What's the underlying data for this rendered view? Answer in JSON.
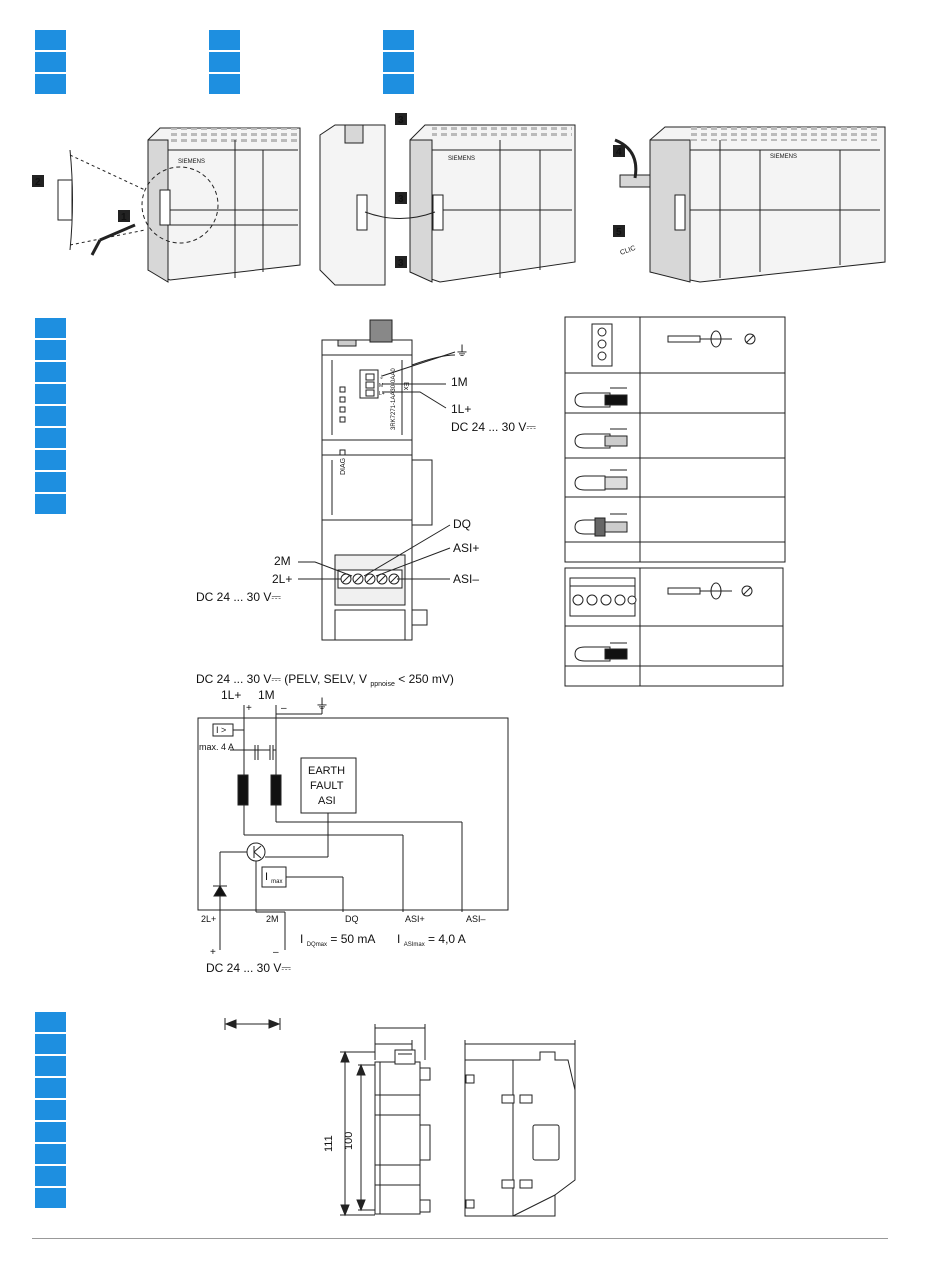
{
  "colors": {
    "tab_blue": "#1e8fe0",
    "module_fill": "#f4f4f4",
    "module_shade": "#d7d7d7",
    "line": "#222222"
  },
  "section1": {
    "tab_groups": [
      3,
      3,
      3
    ],
    "steps": [
      "1",
      "2",
      "3",
      "3",
      "3",
      "4",
      "5"
    ],
    "brand": [
      "SIEMENS",
      "SIEMENS",
      "SIEMENS"
    ],
    "snap_text": "CLIC"
  },
  "section2": {
    "tab_count": 9,
    "module": {
      "vertical_label": "3RK7271-1AA30-0AA0",
      "ex_mark": "Ex",
      "diag_label": "DIAG",
      "terminal_marks": [
        "⏚",
        "M",
        "L+"
      ]
    },
    "labels": {
      "ground": "⏚",
      "m1": "1M",
      "l1": "1L+",
      "dc_top": "DC 24 ... 30 V⎓",
      "dq": "DQ",
      "asi_plus": "ASI+",
      "m2": "2M",
      "l2": "2L+",
      "asi_minus": "ASI–",
      "dc_left": "DC 24 ... 30 V⎓"
    }
  },
  "section3": {
    "header_dc": "DC 24 ... 30 V⎓  (PELV, SELV, V",
    "header_sub": "ppnoise",
    "header_tail": "< 250 mV)",
    "in_l1": "1L+",
    "in_m1": "1M",
    "plus": "+",
    "minus": "–",
    "ground": "⏚",
    "breaker": "I >",
    "max_current": "max. 4 A",
    "earth_fault": [
      "EARTH",
      "FAULT",
      "ASI"
    ],
    "imax_main": "I",
    "imax_sub": "max",
    "terminals": [
      "2L+",
      "2M",
      "DQ",
      "ASI+",
      "ASI–"
    ],
    "idq_main": "I",
    "idq_sub": "DQmax",
    "idq_value": "= 50 mA",
    "iasi_main": "I",
    "iasi_sub": "ASImax",
    "iasi_value": "= 4,0 A",
    "out_plus": "+",
    "out_minus": "–",
    "dc_bottom": "DC 24 ... 30 V⎓"
  },
  "section4": {
    "tab_count": 9,
    "dim_111": "111",
    "dim_100": "100"
  }
}
